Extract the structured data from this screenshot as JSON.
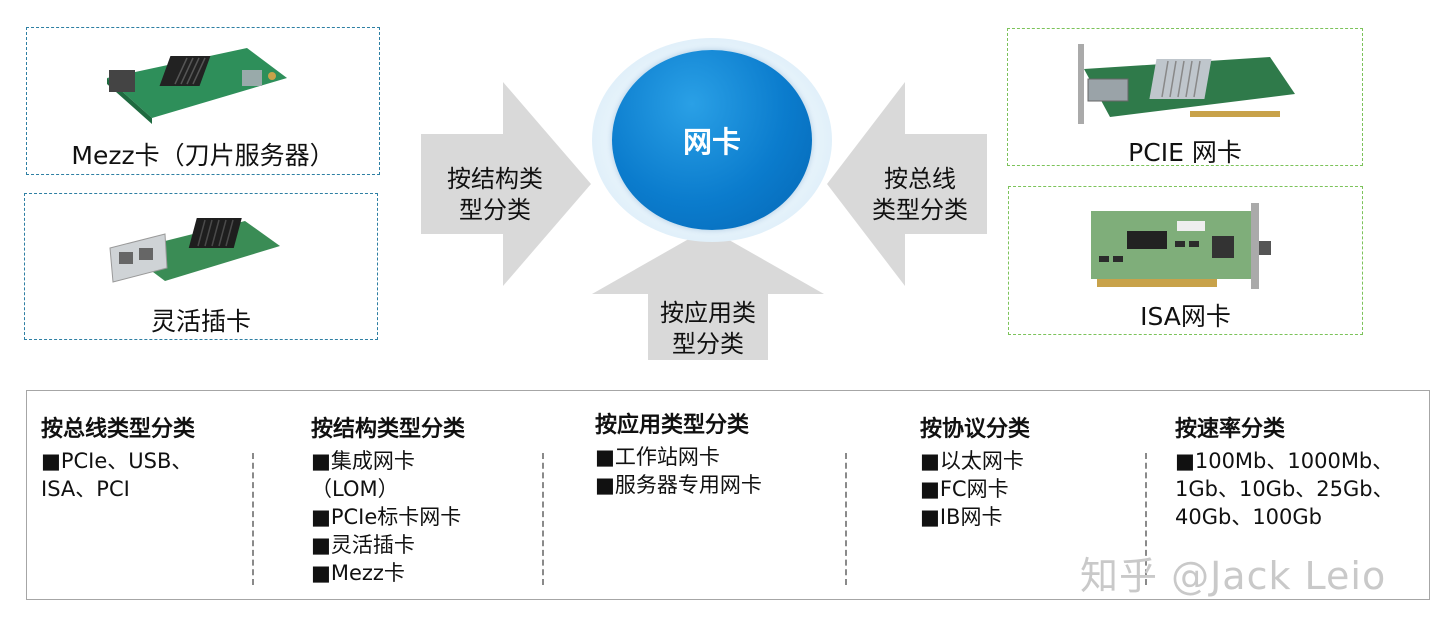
{
  "cards": {
    "mezz": "Mezz卡（刀片服务器）",
    "flex": "灵活插卡",
    "pcie": "PCIE 网卡",
    "isa": "ISA网卡"
  },
  "center": {
    "title": "网卡"
  },
  "arrows": {
    "left": "按结构类\n型分类",
    "right": "按总线\n类型分类",
    "bottom": "按应用类\n型分类"
  },
  "summary": {
    "columns": [
      {
        "title": "按总线类型分类",
        "items": [
          "■PCIe、USB、\nISA、PCI"
        ]
      },
      {
        "title": "按结构类型分类",
        "items": [
          "■集成网卡\n（LOM）",
          "■PCIe标卡网卡",
          "■灵活插卡",
          "■Mezz卡"
        ]
      },
      {
        "title": "按应用类型分类",
        "items": [
          "■工作站网卡",
          "■服务器专用网卡"
        ]
      },
      {
        "title": "按协议分类",
        "items": [
          "■以太网卡",
          "■FC网卡",
          "■IB网卡"
        ]
      },
      {
        "title": "按速率分类",
        "items": [
          "■100Mb、1000Mb、\n1Gb、10Gb、25Gb、\n40Gb、100Gb"
        ]
      }
    ]
  },
  "watermark": "知乎 @Jack Leio",
  "colors": {
    "center_blue": "#0b7ccd",
    "arrow_gray": "#d9d9d9",
    "card_blue_border": "#2e7fa3",
    "card_green_border": "#7cc35a"
  }
}
